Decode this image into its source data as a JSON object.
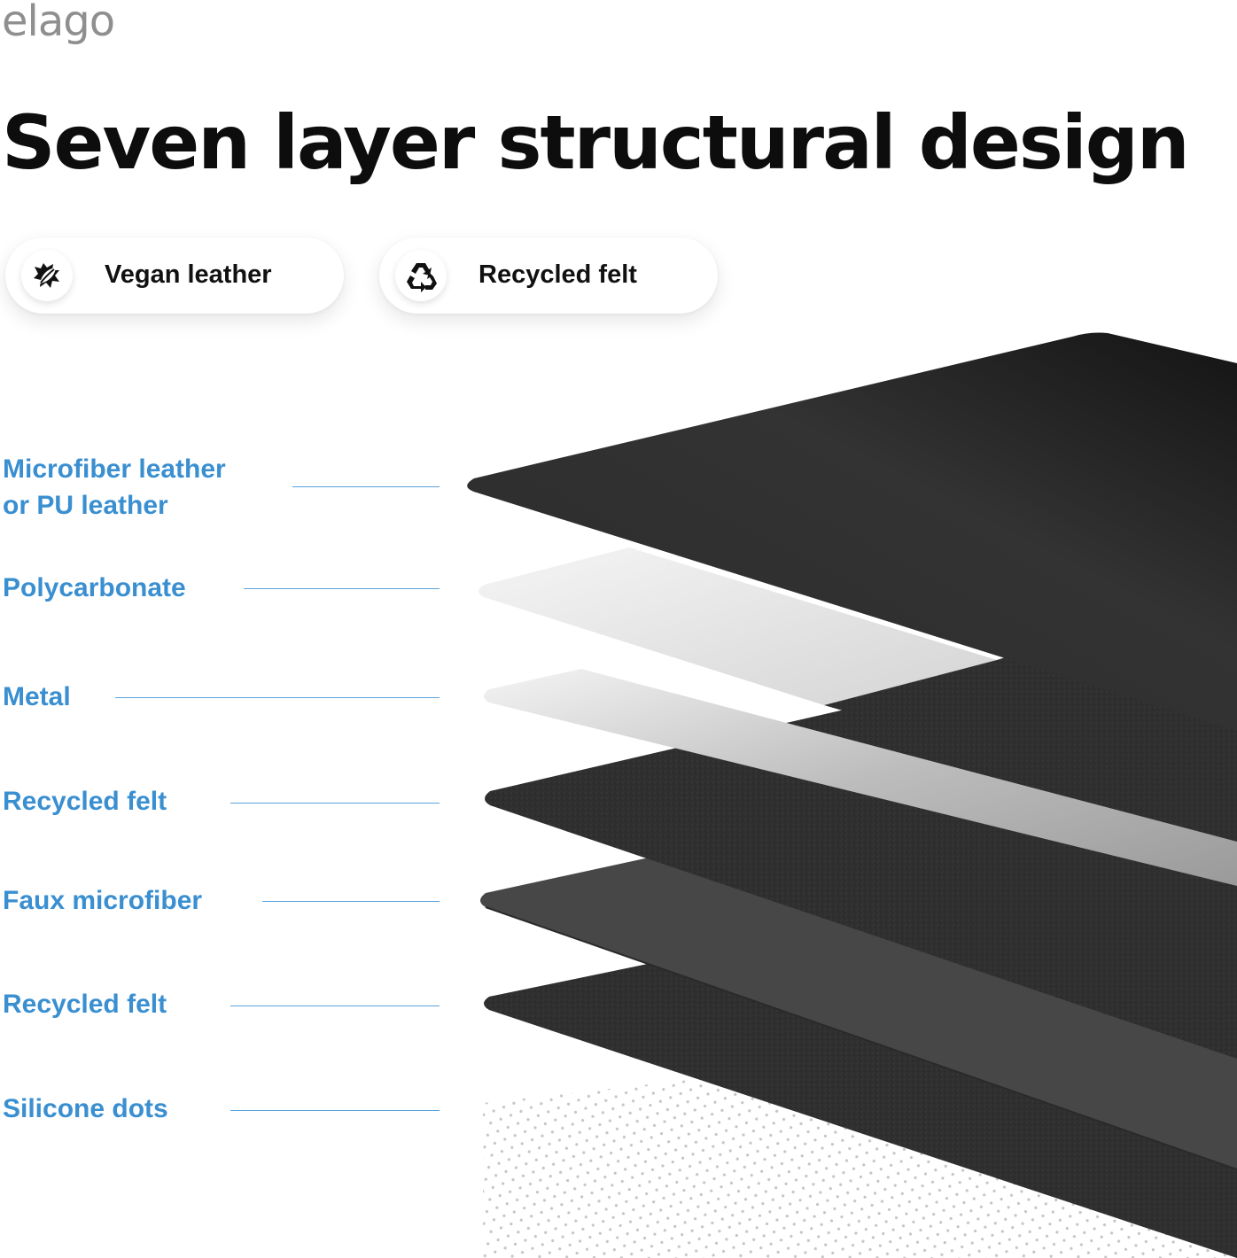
{
  "brand": {
    "logo_text": "elago"
  },
  "headline": "Seven layer structural design",
  "badges": [
    {
      "label": "Vegan leather",
      "icon": "leaf-no-animal-icon"
    },
    {
      "label": "Recycled felt",
      "icon": "recycle-icon"
    }
  ],
  "layers": [
    {
      "line1": "Microfiber leather",
      "line2": "or PU leather"
    },
    {
      "line1": "Polycarbonate"
    },
    {
      "line1": "Metal"
    },
    {
      "line1": "Recycled felt"
    },
    {
      "line1": "Faux microfiber"
    },
    {
      "line1": "Recycled felt"
    },
    {
      "line1": "Silicone dots"
    }
  ],
  "colors": {
    "label_blue": "#3a8fd1",
    "leather": "#1b1b1b",
    "polycarbonate": "#e6e6e6",
    "metal": "#c8c8c8",
    "felt": "#2e2e2e",
    "faux_microfiber": "#4a4a4a"
  }
}
